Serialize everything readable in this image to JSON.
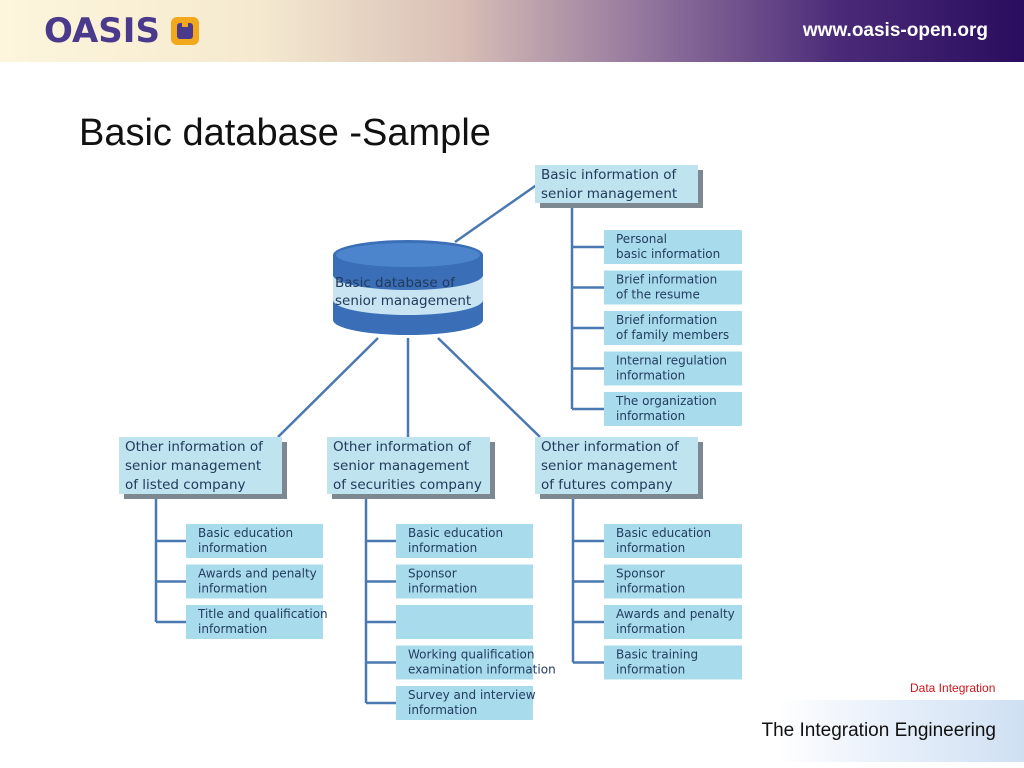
{
  "header": {
    "logo_text": "OASIS",
    "logo_icon": "oasis-mark-icon",
    "url": "www.oasis-open.org"
  },
  "slide_title": "Basic database -Sample",
  "diagram": {
    "database": {
      "line1": "Basic database of",
      "line2": "senior management"
    },
    "branches": [
      {
        "lines": [
          "Basic information of",
          "senior management"
        ],
        "leaves": [
          [
            "Personal",
            "basic information"
          ],
          [
            "Brief information",
            "of the resume"
          ],
          [
            "Brief information",
            "of family members"
          ],
          [
            "Internal regulation",
            "information"
          ],
          [
            "The organization",
            "information"
          ]
        ]
      },
      {
        "lines": [
          "Other information of",
          "senior management",
          "of listed company"
        ],
        "leaves": [
          [
            "Basic education",
            "information"
          ],
          [
            "Awards and penalty",
            "information"
          ],
          [
            "Title and qualification",
            "information"
          ]
        ]
      },
      {
        "lines": [
          "Other information of",
          "senior management",
          "of securities company"
        ],
        "leaves": [
          [
            "Basic education",
            "information"
          ],
          [
            "Sponsor",
            "information"
          ],
          [
            "",
            ""
          ],
          [
            "Working qualification",
            "examination information"
          ],
          [
            "Survey and interview",
            "information"
          ]
        ]
      },
      {
        "lines": [
          "Other information of",
          "senior management",
          "of futures company"
        ],
        "leaves": [
          [
            "Basic education",
            "information"
          ],
          [
            "Sponsor",
            "information"
          ],
          [
            "Awards and penalty",
            "information"
          ],
          [
            "Basic training",
            "information"
          ]
        ]
      }
    ]
  },
  "footer": {
    "tag": "Data Integration",
    "text": "The Integration Engineering"
  },
  "colors": {
    "box_fill": "#bfe3ef",
    "box_shadow": "#7e8891",
    "leaf_fill": "#a8dcec",
    "line": "#4a78b0",
    "db_body": "#3a6fb8",
    "db_band": "#c8e3f2"
  }
}
